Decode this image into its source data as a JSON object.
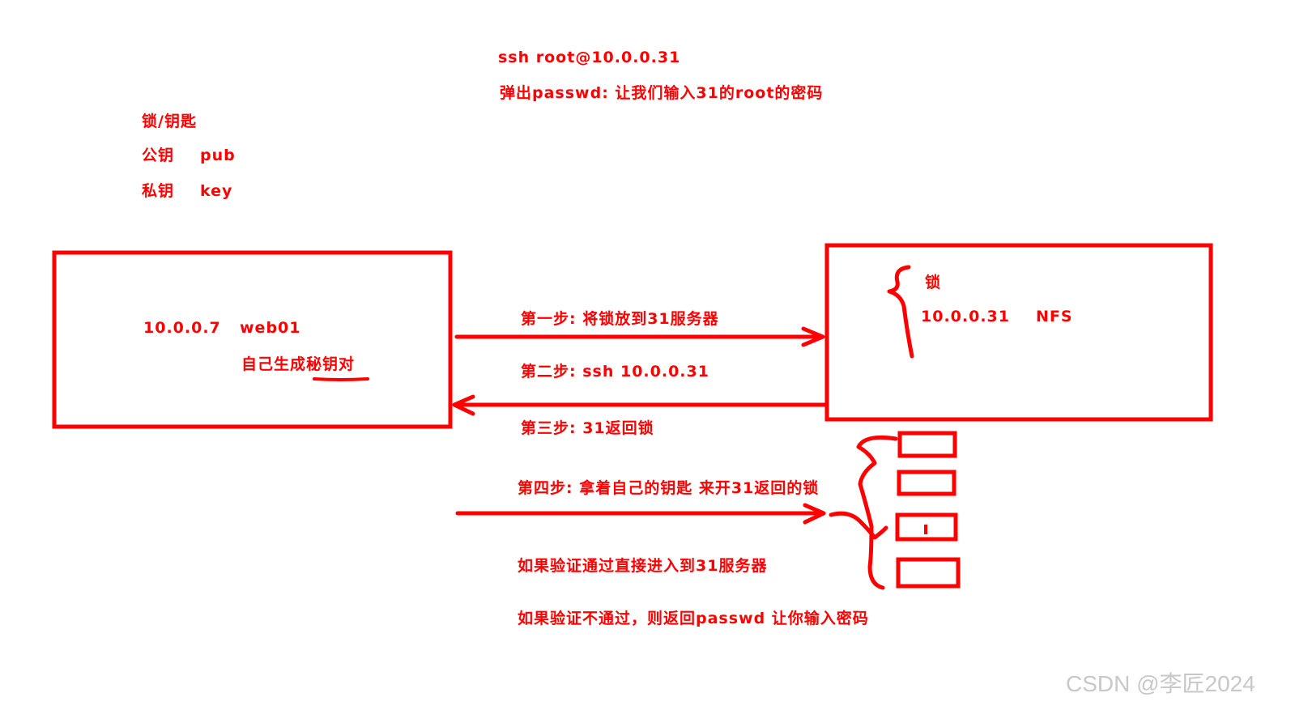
{
  "top_notes": {
    "ssh_command": "ssh root@10.0.0.31",
    "passwd_prompt": "弹出passwd:  让我们输入31的root的密码"
  },
  "legend": {
    "title": "锁/钥匙",
    "public_key_label": "公钥",
    "public_key_value": "pub",
    "private_key_label": "私钥",
    "private_key_value": "key"
  },
  "client_box": {
    "ip": "10.0.0.7",
    "hostname": "web01",
    "note": "自己生成秘钥对"
  },
  "server_box": {
    "lock_label": "锁",
    "ip": "10.0.0.31",
    "service": "NFS"
  },
  "steps": {
    "step1": "第一步: 将锁放到31服务器",
    "step2": "第二步: ssh 10.0.0.31",
    "step3": "第三步: 31返回锁",
    "step4": "第四步:  拿着自己的钥匙 来开31返回的锁"
  },
  "outcomes": {
    "success": "如果验证通过直接进入到31服务器",
    "failure": "如果验证不通过，则返回passwd 让你输入密码"
  },
  "watermark": "CSDN @李匠2024",
  "colors": {
    "ink": "#ff0000",
    "background": "#ffffff",
    "watermark": "#c8c8c8"
  }
}
